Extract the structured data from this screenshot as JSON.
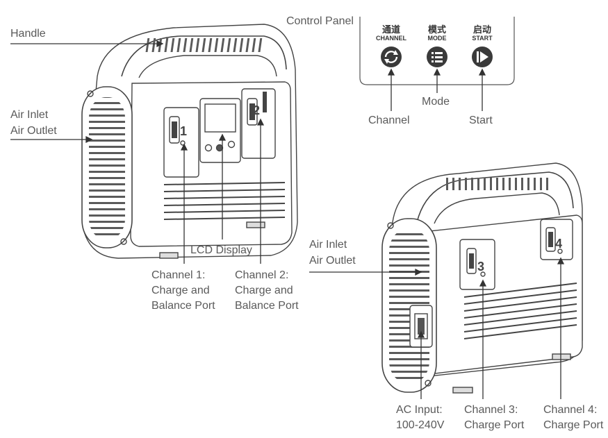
{
  "labels": {
    "handle": "Handle",
    "air_inlet": "Air Inlet",
    "air_outlet": "Air Outlet",
    "lcd_display": "LCD Display",
    "ch1_line1": "Channel 1:",
    "ch1_line2": "Charge and",
    "ch1_line3": "Balance Port",
    "ch2_line1": "Channel 2:",
    "ch2_line2": "Charge and",
    "ch2_line3": "Balance Port",
    "control_panel": "Control Panel",
    "channel": "Channel",
    "mode": "Mode",
    "start": "Start",
    "air_inlet_2": "Air Inlet",
    "air_outlet_2": "Air Outlet",
    "ac_line1": "AC Input:",
    "ac_line2": "100-240V",
    "ch3_line1": "Channel 3:",
    "ch3_line2": "Charge Port",
    "ch4_line1": "Channel 4:",
    "ch4_line2": "Charge Port"
  },
  "control_panel": {
    "buttons": [
      {
        "cn": "通道",
        "en": "CHANNEL",
        "icon": "refresh-icon"
      },
      {
        "cn": "模式",
        "en": "MODE",
        "icon": "list-icon"
      },
      {
        "cn": "启动",
        "en": "START",
        "icon": "play-icon"
      }
    ]
  },
  "port_numbers": {
    "p1": "1",
    "p2": "2",
    "p3": "3",
    "p4": "4"
  },
  "colors": {
    "line": "#444444",
    "button": "#3a3a3a",
    "panel_bg": "#ffffff"
  }
}
